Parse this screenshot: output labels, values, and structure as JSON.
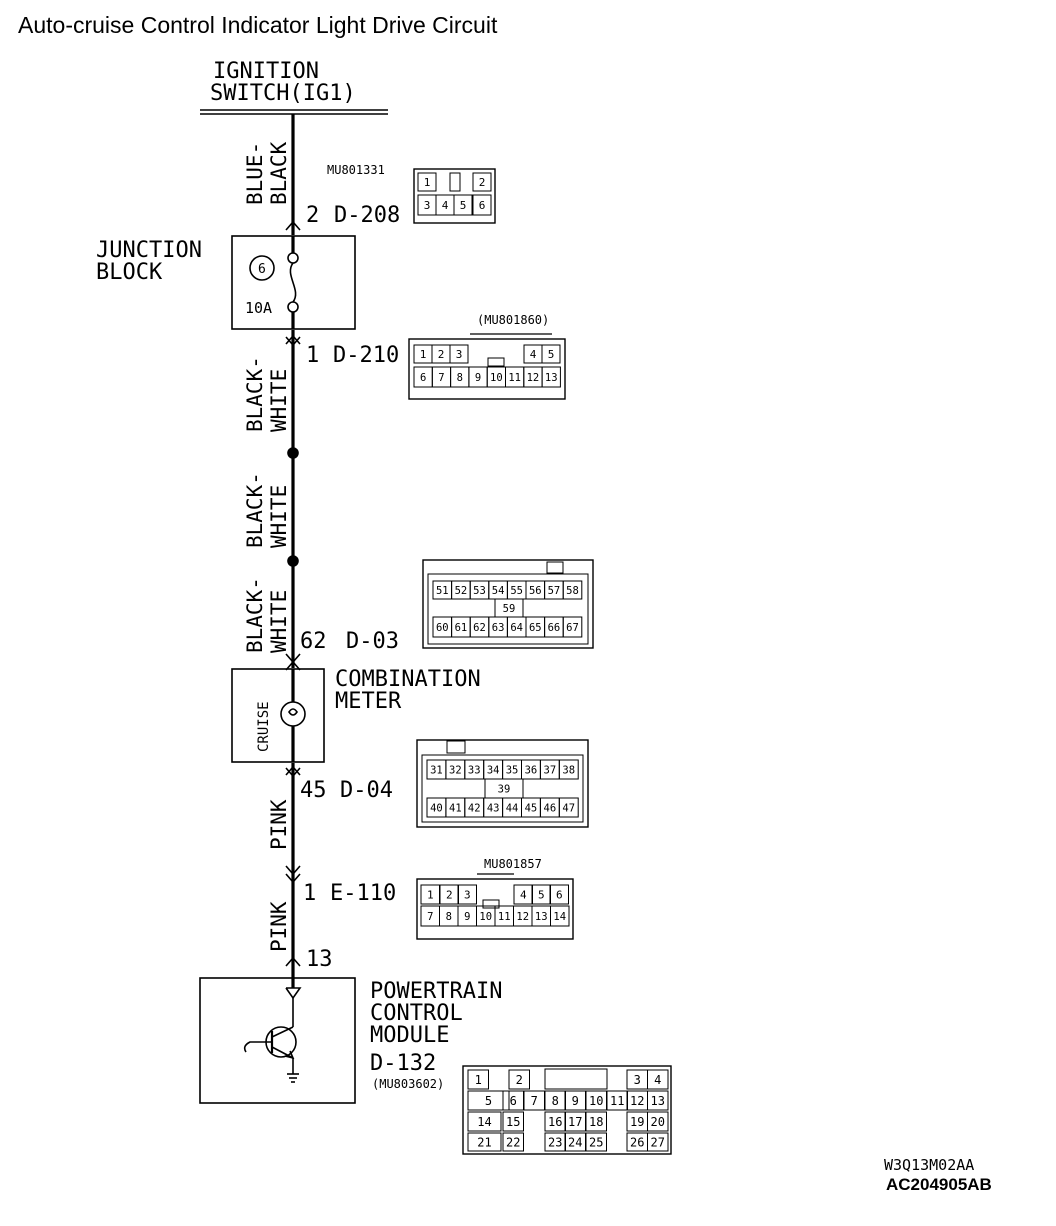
{
  "title": "Auto-cruise Control Indicator Light Drive Circuit",
  "ignition": {
    "line1": "IGNITION",
    "line2": "SWITCH(IG1)"
  },
  "wires": {
    "blue_black": "BLUE-\nBLACK",
    "black_white": "BLACK-\nWHITE",
    "pink": "PINK"
  },
  "junction_block": {
    "line1": "JUNCTION",
    "line2": "BLOCK",
    "fuse_number": "6",
    "fuse_rating": "10A"
  },
  "connectors": {
    "d208": {
      "pin": "2",
      "code": "D-208",
      "part": "MU801331",
      "cells": [
        "1",
        "2",
        "3",
        "4",
        "5",
        "6"
      ]
    },
    "d210": {
      "pin": "1",
      "code": "D-210",
      "part": "(MU801860)",
      "cells": [
        "1",
        "2",
        "3",
        "4",
        "5",
        "6",
        "7",
        "8",
        "9",
        "10",
        "11",
        "12",
        "13"
      ]
    },
    "d03": {
      "pin": "62",
      "code": "D-03",
      "cells": [
        "51",
        "52",
        "53",
        "54",
        "55",
        "56",
        "57",
        "58",
        "59",
        "60",
        "61",
        "62",
        "63",
        "64",
        "65",
        "66",
        "67"
      ]
    },
    "d04": {
      "pin": "45",
      "code": "D-04",
      "cells": [
        "31",
        "32",
        "33",
        "34",
        "35",
        "36",
        "37",
        "38",
        "39",
        "40",
        "41",
        "42",
        "43",
        "44",
        "45",
        "46",
        "47"
      ]
    },
    "e110": {
      "pin": "1",
      "code": "E-110",
      "part": "MU801857",
      "cells": [
        "1",
        "2",
        "3",
        "4",
        "5",
        "6",
        "7",
        "8",
        "9",
        "10",
        "11",
        "12",
        "13",
        "14"
      ]
    },
    "d132": {
      "pin": "13",
      "code": "D-132",
      "part": "(MU803602)",
      "cells": [
        "1",
        "2",
        "3",
        "4",
        "5",
        "6",
        "7",
        "8",
        "9",
        "10",
        "11",
        "12",
        "13",
        "14",
        "15",
        "16",
        "17",
        "18",
        "19",
        "20",
        "21",
        "22",
        "23",
        "24",
        "25",
        "26",
        "27"
      ]
    }
  },
  "combination_meter": {
    "line1": "COMBINATION",
    "line2": "METER",
    "lamp_label": "CRUISE"
  },
  "pcm": {
    "line1": "POWERTRAIN",
    "line2": "CONTROL",
    "line3": "MODULE"
  },
  "footer": {
    "code1": "W3Q13M02AA",
    "code2": "AC204905AB"
  }
}
